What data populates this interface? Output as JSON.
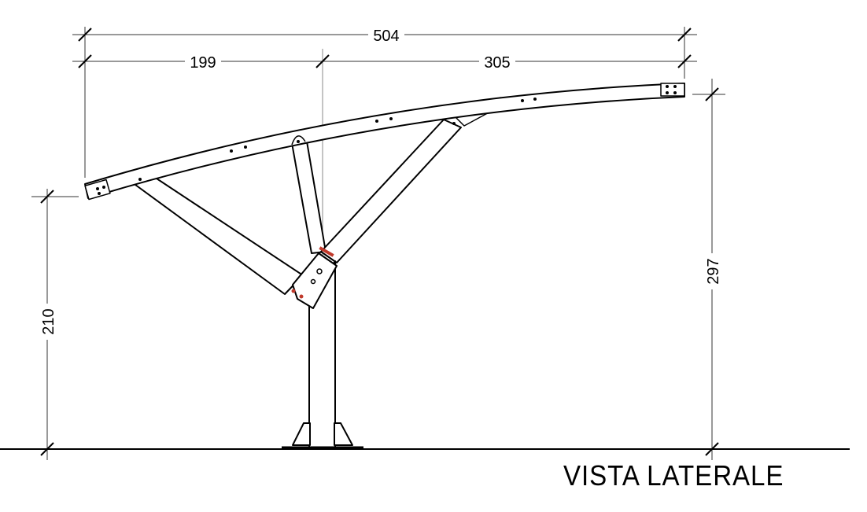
{
  "title": "VISTA LATERALE",
  "dimensions": {
    "total_width": "504",
    "left_span": "199",
    "right_span": "305",
    "low_height": "210",
    "high_height": "297"
  },
  "colors": {
    "line": "#000000",
    "dimension": "#444444",
    "joint_accent": "#c0392b"
  }
}
